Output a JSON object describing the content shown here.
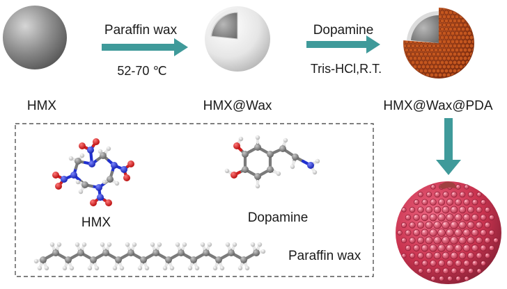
{
  "stages": {
    "hmx": "HMX",
    "hmx_wax": "HMX@Wax",
    "hmx_wax_pda": "HMX@Wax@PDA"
  },
  "step1": {
    "reagent": "Paraffin wax",
    "condition": "52-70 ℃"
  },
  "step2": {
    "reagent": "Dopamine",
    "condition": "Tris-HCl,R.T."
  },
  "legend": {
    "hmx": "HMX",
    "dopamine": "Dopamine",
    "paraffin": "Paraffin wax"
  },
  "colors": {
    "arrow": "#3f9a9a",
    "sphere": "#8c8c8c",
    "shell": "#b54a1e",
    "lychee": "#c9334f",
    "carbon": "#8a8a8a",
    "oxygen": "#e02020",
    "nitrogen": "#2030e0",
    "hydrogen": "#f2f2f2"
  }
}
